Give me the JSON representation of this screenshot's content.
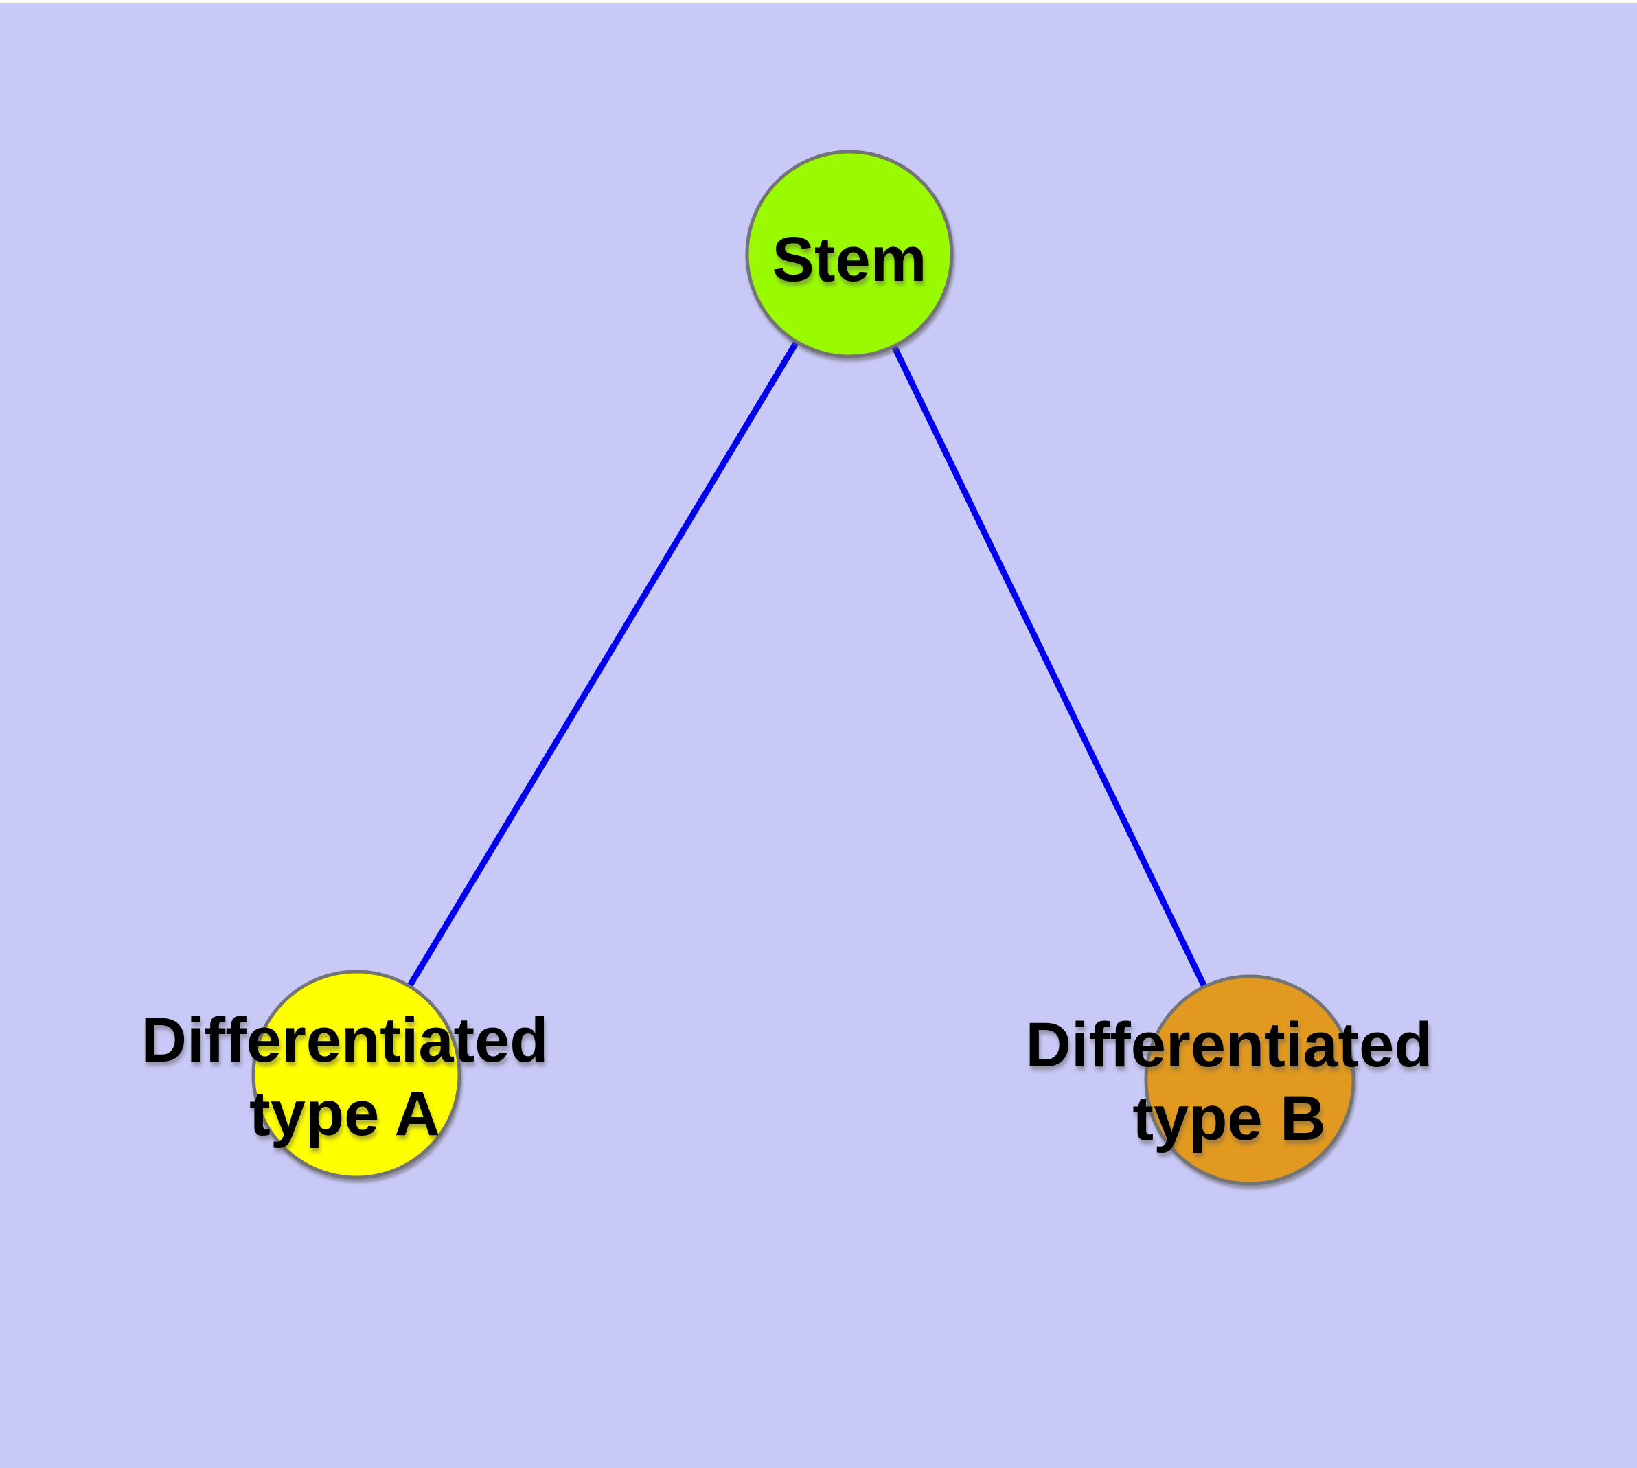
{
  "diagram": {
    "background_color": "#c9c9f7",
    "top_edge_color": "#ffffff",
    "edge_color": "#0000ee",
    "node_border_color": "#747474",
    "label_color": "#000000",
    "nodes": {
      "stem": {
        "label": "Stem",
        "fill_color": "#9afb00"
      },
      "type_a": {
        "label_line1": "Differentiated",
        "label_line2": "type A",
        "fill_color": "#ffff00"
      },
      "type_b": {
        "label_line1": "Differentiated",
        "label_line2": "type B",
        "fill_color": "#e2991f"
      }
    },
    "edges": [
      {
        "from": "stem",
        "to": "type_a"
      },
      {
        "from": "stem",
        "to": "type_b"
      }
    ]
  }
}
